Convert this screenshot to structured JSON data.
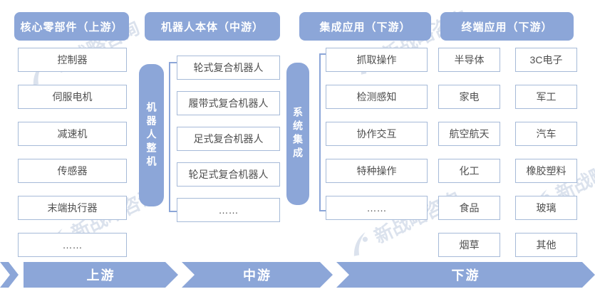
{
  "colors": {
    "primary": "#8CA6D8",
    "box_border": "#A6BAD8",
    "box_text": "#4F4F4F",
    "header_text": "#FFFFFF"
  },
  "watermark": {
    "text": "新战略咨询"
  },
  "sections": {
    "core": {
      "header": "核心零部件（上游）",
      "items": [
        "控制器",
        "伺服电机",
        "减速机",
        "传感器",
        "末端执行器",
        "……"
      ]
    },
    "body": {
      "header": "机器人本体（中游）",
      "bar": "机器人整机",
      "items": [
        "轮式复合机器人",
        "履带式复合机器人",
        "足式复合机器人",
        "轮足式复合机器人",
        "……"
      ]
    },
    "integration": {
      "header": "集成应用（下游）",
      "bar": "系统集成",
      "items": [
        "抓取操作",
        "检测感知",
        "协作交互",
        "特种操作",
        "……"
      ]
    },
    "terminal": {
      "header": "终端应用（下游）",
      "col_a": [
        "半导体",
        "家电",
        "航空航天",
        "化工",
        "食品",
        "烟草"
      ],
      "col_b": [
        "3C电子",
        "军工",
        "汽车",
        "橡胶塑料",
        "玻璃",
        "其他"
      ]
    }
  },
  "banner": {
    "upstream": "上游",
    "midstream": "中游",
    "downstream": "下游"
  }
}
